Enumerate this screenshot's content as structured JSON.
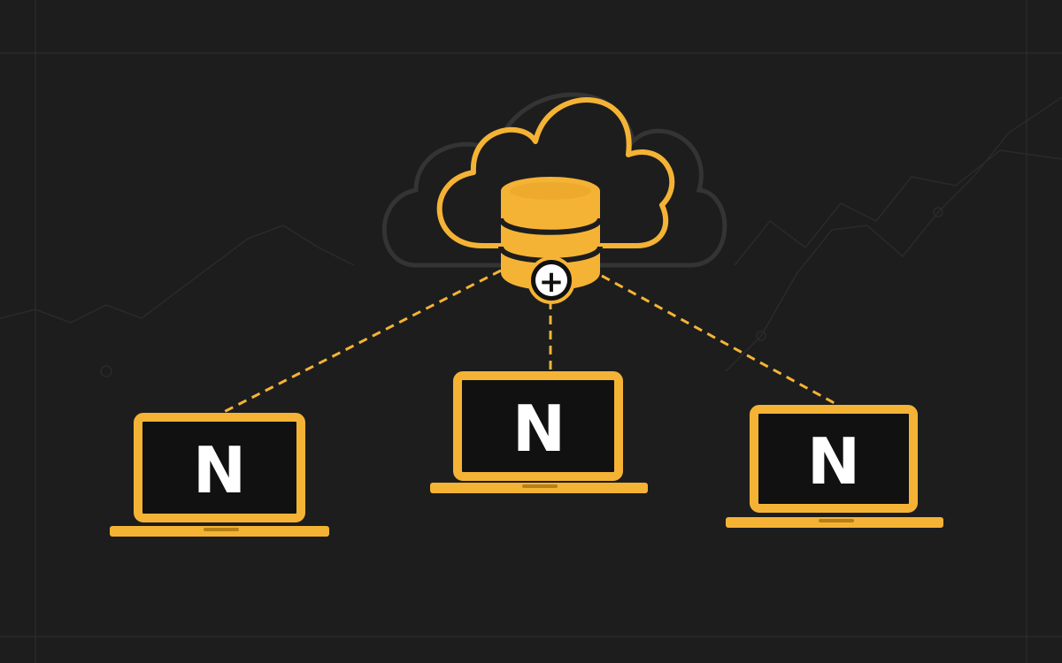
{
  "diagram": {
    "nodes": [
      {
        "id": "cloud-database",
        "kind": "cloud storage with database",
        "badge": "+"
      },
      {
        "id": "laptop-left",
        "kind": "laptop",
        "screen_text": "N"
      },
      {
        "id": "laptop-center",
        "kind": "laptop",
        "screen_text": "N"
      },
      {
        "id": "laptop-right",
        "kind": "laptop",
        "screen_text": "N"
      }
    ],
    "edges": [
      {
        "from": "cloud-database",
        "to": "laptop-left",
        "style": "dashed"
      },
      {
        "from": "cloud-database",
        "to": "laptop-center",
        "style": "dashed"
      },
      {
        "from": "cloud-database",
        "to": "laptop-right",
        "style": "dashed"
      }
    ]
  },
  "colors": {
    "background": "#1d1d1d",
    "accent": "#f5b335",
    "screen": "#111111",
    "letter": "#ffffff",
    "background_lines": "#2a2a2a"
  }
}
